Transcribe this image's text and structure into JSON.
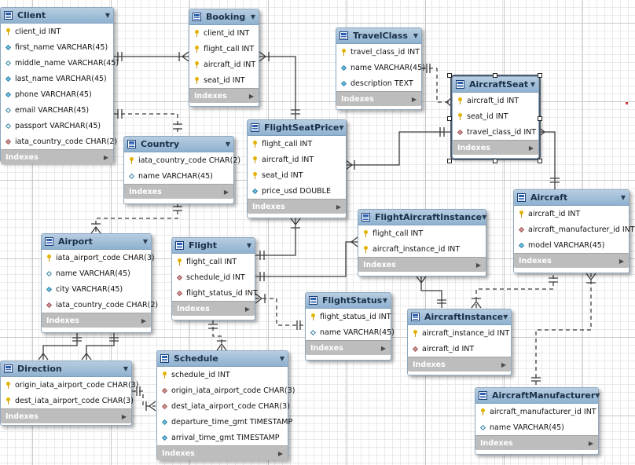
{
  "diagram": {
    "entities": [
      {
        "id": "client",
        "name": "Client",
        "footer": "Indexes",
        "columns": [
          {
            "name": "client_id INT",
            "kind": "pk"
          },
          {
            "name": "first_name VARCHAR(45)",
            "kind": "nn"
          },
          {
            "name": "middle_name VARCHAR(45)",
            "kind": "nl"
          },
          {
            "name": "last_name VARCHAR(45)",
            "kind": "nn"
          },
          {
            "name": "phone VARCHAR(45)",
            "kind": "nn"
          },
          {
            "name": "email VARCHAR(45)",
            "kind": "nl"
          },
          {
            "name": "passport VARCHAR(45)",
            "kind": "nl"
          },
          {
            "name": "iata_country_code CHAR(2)",
            "kind": "fk"
          }
        ]
      },
      {
        "id": "booking",
        "name": "Booking",
        "footer": "Indexes",
        "columns": [
          {
            "name": "client_id INT",
            "kind": "pk"
          },
          {
            "name": "flight_call INT",
            "kind": "pk"
          },
          {
            "name": "aircraft_id INT",
            "kind": "pk"
          },
          {
            "name": "seat_id INT",
            "kind": "pk"
          }
        ]
      },
      {
        "id": "travelclass",
        "name": "TravelClass",
        "footer": "Indexes",
        "columns": [
          {
            "name": "travel_class_id INT",
            "kind": "pk"
          },
          {
            "name": "name VARCHAR(45)",
            "kind": "nn"
          },
          {
            "name": "description TEXT",
            "kind": "nn"
          }
        ]
      },
      {
        "id": "aircraftseat",
        "name": "AircraftSeat",
        "footer": "Indexes",
        "selected": true,
        "columns": [
          {
            "name": "aircraft_id INT",
            "kind": "pk"
          },
          {
            "name": "seat_id INT",
            "kind": "pk"
          },
          {
            "name": "travel_class_id INT",
            "kind": "fk"
          }
        ]
      },
      {
        "id": "country",
        "name": "Country",
        "footer": "Indexes",
        "columns": [
          {
            "name": "iata_country_code CHAR(2)",
            "kind": "pk"
          },
          {
            "name": "name VARCHAR(45)",
            "kind": "nl"
          }
        ]
      },
      {
        "id": "flightseatprice",
        "name": "FlightSeatPrice",
        "footer": "Indexes",
        "columns": [
          {
            "name": "flight_call INT",
            "kind": "pk"
          },
          {
            "name": "aircraft_id INT",
            "kind": "pk"
          },
          {
            "name": "seat_id INT",
            "kind": "pk"
          },
          {
            "name": "price_usd DOUBLE",
            "kind": "nn"
          }
        ]
      },
      {
        "id": "aircraft",
        "name": "Aircraft",
        "footer": "Indexes",
        "columns": [
          {
            "name": "aircraft_id INT",
            "kind": "pk"
          },
          {
            "name": "aircraft_manufacturer_id INT",
            "kind": "fk"
          },
          {
            "name": "model VARCHAR(45)",
            "kind": "nn"
          }
        ]
      },
      {
        "id": "flightaircraftinstance",
        "name": "FlightAircraftInstance",
        "footer": "Indexes",
        "columns": [
          {
            "name": "flight_call INT",
            "kind": "pk"
          },
          {
            "name": "aircraft_instance_id INT",
            "kind": "pk"
          }
        ]
      },
      {
        "id": "airport",
        "name": "Airport",
        "footer": "Indexes",
        "columns": [
          {
            "name": "iata_airport_code CHAR(3)",
            "kind": "pk"
          },
          {
            "name": "name VARCHAR(45)",
            "kind": "nl"
          },
          {
            "name": "city VARCHAR(45)",
            "kind": "nn"
          },
          {
            "name": "iata_country_code CHAR(2)",
            "kind": "fk"
          }
        ]
      },
      {
        "id": "flight",
        "name": "Flight",
        "footer": "Indexes",
        "columns": [
          {
            "name": "flight_call INT",
            "kind": "pk"
          },
          {
            "name": "schedule_id INT",
            "kind": "fk"
          },
          {
            "name": "flight_status_id INT",
            "kind": "fk"
          }
        ]
      },
      {
        "id": "flightstatus",
        "name": "FlightStatus",
        "footer": "Indexes",
        "columns": [
          {
            "name": "flight_status_id INT",
            "kind": "pk"
          },
          {
            "name": "name VARCHAR(45)",
            "kind": "nn"
          }
        ]
      },
      {
        "id": "aircraftinstance",
        "name": "AircraftInstance",
        "footer": "Indexes",
        "columns": [
          {
            "name": "aircraft_instance_id INT",
            "kind": "pk"
          },
          {
            "name": "aircraft_id INT",
            "kind": "fk"
          }
        ]
      },
      {
        "id": "direction",
        "name": "Direction",
        "footer": "Indexes",
        "columns": [
          {
            "name": "origin_iata_airport_code CHAR(3)",
            "kind": "pk"
          },
          {
            "name": "dest_iata_airport_code CHAR(3)",
            "kind": "pk"
          }
        ]
      },
      {
        "id": "schedule",
        "name": "Schedule",
        "footer": "Indexes",
        "columns": [
          {
            "name": "schedule_id INT",
            "kind": "pk"
          },
          {
            "name": "origin_iata_airport_code CHAR(3)",
            "kind": "fk"
          },
          {
            "name": "dest_iata_airport_code CHAR(3)",
            "kind": "fk"
          },
          {
            "name": "departure_time_gmt TIMESTAMP",
            "kind": "nn"
          },
          {
            "name": "arrival_time_gmt TIMESTAMP",
            "kind": "nn"
          }
        ]
      },
      {
        "id": "aircraftmanufacturer",
        "name": "AircraftManufacturer",
        "footer": "Indexes",
        "columns": [
          {
            "name": "aircraft_manufacturer_id INT",
            "kind": "pk"
          },
          {
            "name": "name VARCHAR(45)",
            "kind": "nl"
          }
        ]
      }
    ],
    "relationships": [
      {
        "from": "booking",
        "to": "client",
        "identifying": true
      },
      {
        "from": "booking",
        "to": "flightseatprice",
        "identifying": true
      },
      {
        "from": "client",
        "to": "country",
        "identifying": false
      },
      {
        "from": "aircraftseat",
        "to": "travelclass",
        "identifying": false
      },
      {
        "from": "flightseatprice",
        "to": "aircraftseat",
        "identifying": true
      },
      {
        "from": "aircraftseat",
        "to": "aircraft",
        "identifying": true
      },
      {
        "from": "airport",
        "to": "country",
        "identifying": false
      },
      {
        "from": "flightseatprice",
        "to": "flight",
        "identifying": true
      },
      {
        "from": "flightaircraftinstance",
        "to": "flight",
        "identifying": true
      },
      {
        "from": "flightaircraftinstance",
        "to": "aircraftinstance",
        "identifying": true
      },
      {
        "from": "aircraftinstance",
        "to": "aircraft",
        "identifying": false
      },
      {
        "from": "flight",
        "to": "schedule",
        "identifying": false
      },
      {
        "from": "flight",
        "to": "flightstatus",
        "identifying": false
      },
      {
        "from": "direction",
        "to": "airport",
        "identifying": true
      },
      {
        "from": "schedule",
        "to": "direction",
        "identifying": false
      },
      {
        "from": "aircraft",
        "to": "aircraftmanufacturer",
        "identifying": false
      }
    ]
  }
}
